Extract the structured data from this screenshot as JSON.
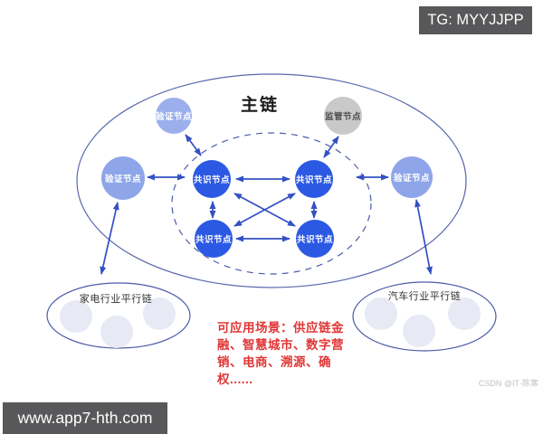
{
  "overlays": {
    "tg_badge": "TG: MYYJJPP",
    "url_badge": "www.app7-hth.com",
    "watermark": "CSDN @IT·陈寒"
  },
  "diagram": {
    "title": "主链",
    "nodes": {
      "consensus": "共识节点",
      "validation": "验证节点",
      "supervision": "监管节点"
    },
    "parallel_chains": {
      "left": "家电行业平行链",
      "right": "汽车行业平行链"
    },
    "note": "可应用场景：供应链金\n融、智慧城市、数字营\n销、电商、溯源、确\n权......"
  },
  "colors": {
    "consensus_node": "#2c59e4",
    "validation_node": "#8ea6e9",
    "supervision_node": "#c9c9c9",
    "parallel_member_node": "#e7e9f4",
    "ellipse_stroke": "#5a68ae",
    "arrow": "#3350c4",
    "note_text": "#e03636",
    "badge_bg": "#58585a"
  }
}
